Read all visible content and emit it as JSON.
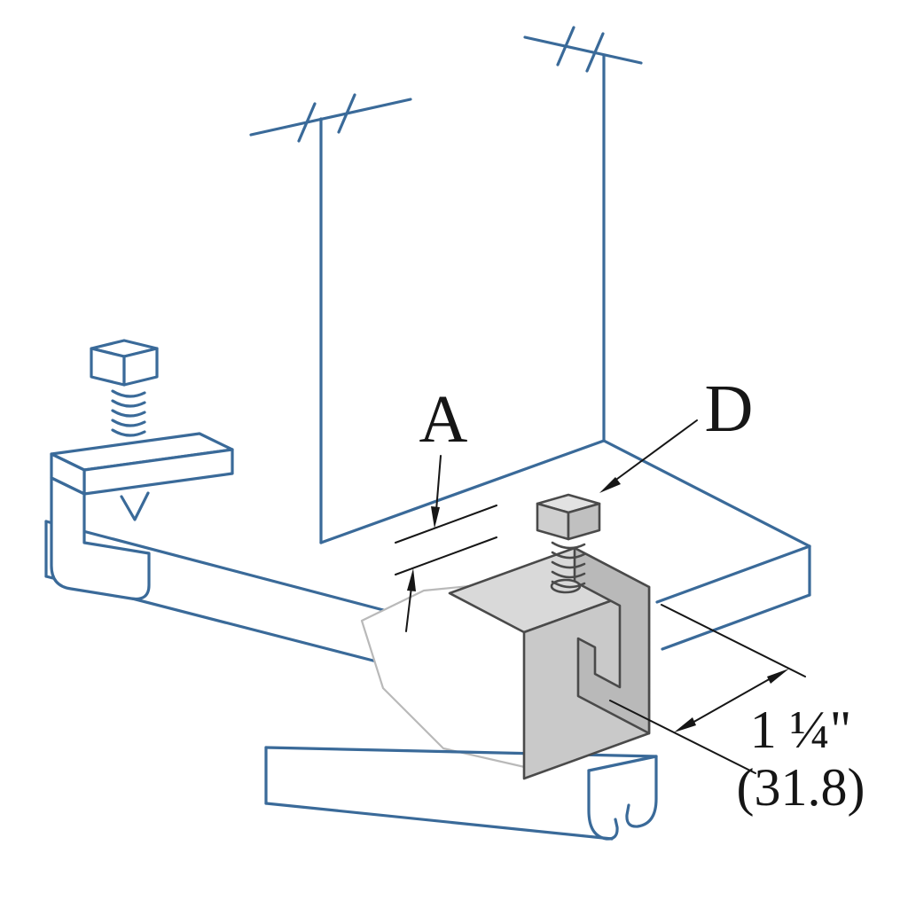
{
  "diagram": {
    "labels": {
      "gap": "A",
      "screw": "D"
    },
    "dimensions": {
      "width_primary": "1 ¼\"",
      "width_secondary": "(31.8)"
    }
  },
  "colors": {
    "line_blue": "#3a6a99",
    "clamp_gray": "#c9c9c9",
    "clamp_gray_light": "#d9d9d9",
    "clamp_gray_dark": "#b9b9b9",
    "outline_dark": "#4a4a4a",
    "dimension_black": "#161616",
    "paper_edge": "#b9b9b9",
    "background": "#ffffff"
  }
}
